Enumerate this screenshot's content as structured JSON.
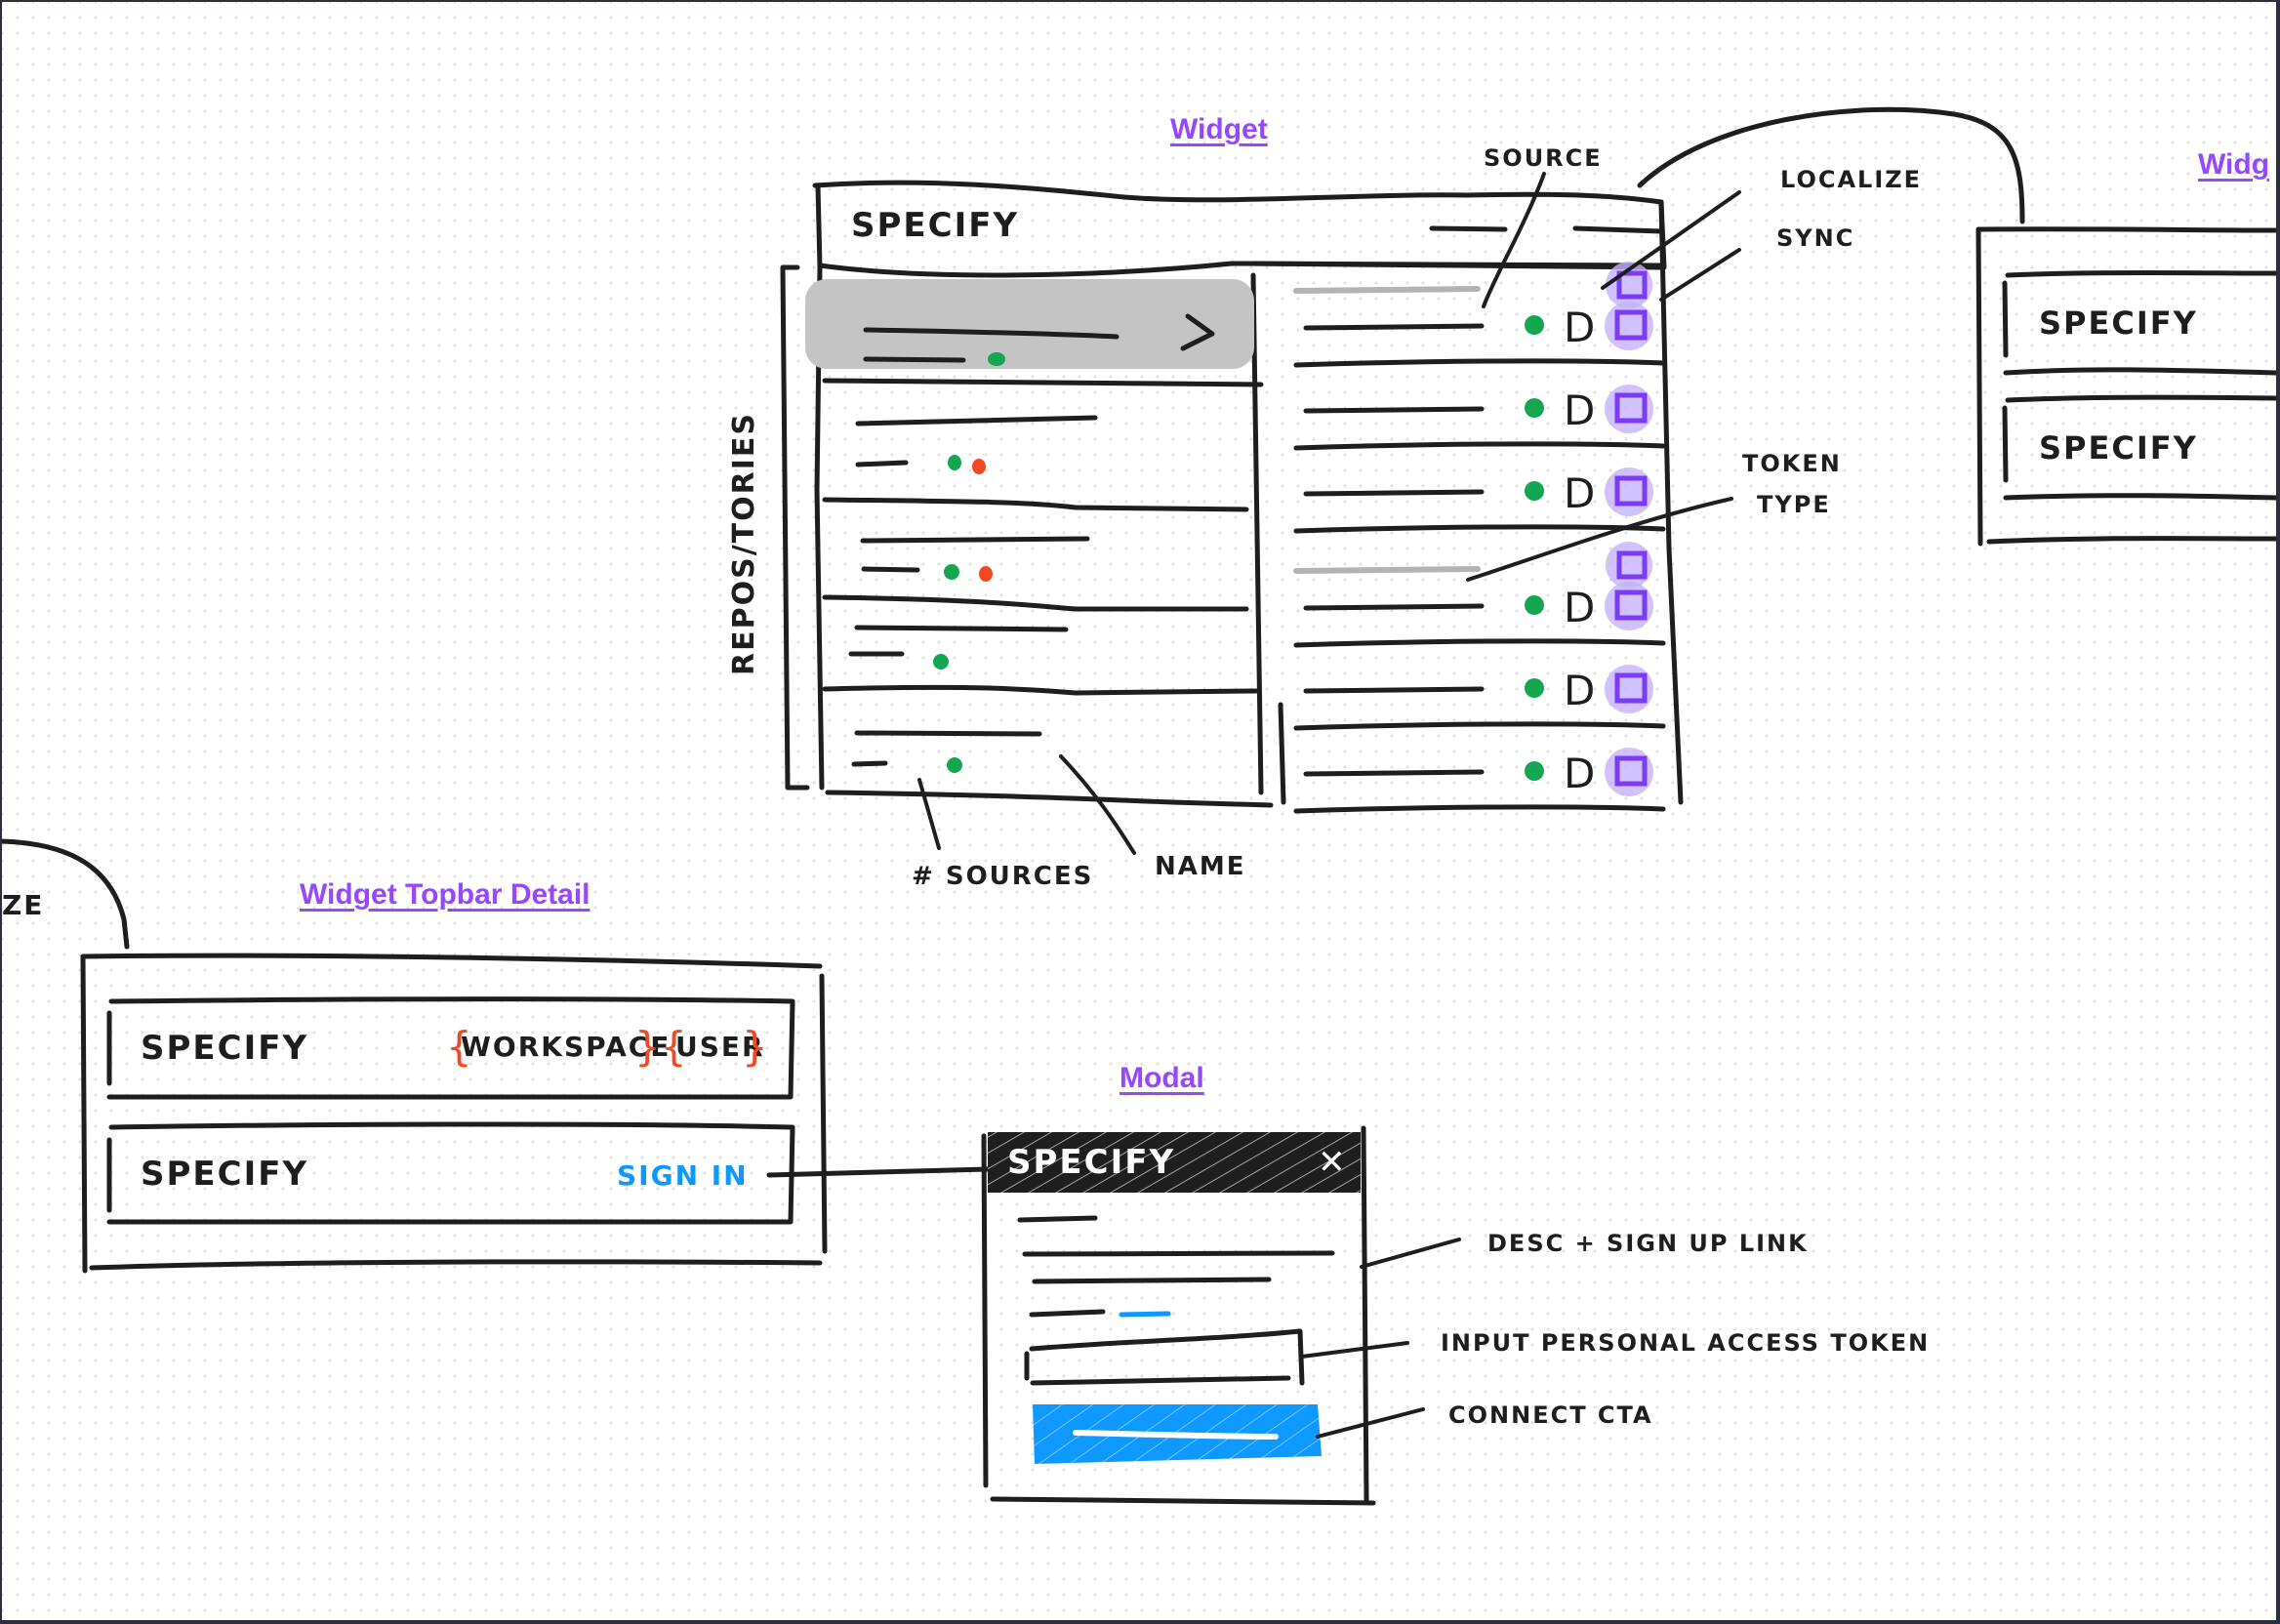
{
  "colors": {
    "frame_title": "#9747ff",
    "ink": "#1e1e1e",
    "status_green": "#14a650",
    "status_red": "#f24822",
    "link_blue": "#0d99ff",
    "token_purple": "#7b3cf5",
    "token_purple_fill": "#c6b2fb",
    "selection_grey": "#c4c4c4",
    "variable_orange": "#f24822"
  },
  "frames": {
    "widget": {
      "title": "Widget"
    },
    "widget_partial": {
      "title": "Widg"
    },
    "topbar_detail": {
      "title": "Widget Topbar Detail"
    },
    "modal": {
      "title": "Modal"
    }
  },
  "widget": {
    "brand": "SPECIFY",
    "side_label": "REPOS/TORIES",
    "repositories": [
      {
        "selected": true,
        "statuses": [
          "green"
        ],
        "chevron": ">"
      },
      {
        "selected": false,
        "statuses": [
          "green",
          "red"
        ]
      },
      {
        "selected": false,
        "statuses": [
          "green",
          "red"
        ]
      },
      {
        "selected": false,
        "statuses": [
          "green"
        ]
      },
      {
        "selected": false,
        "statuses": [
          "green"
        ]
      }
    ],
    "sources": [
      {
        "group_header": true,
        "status": "green",
        "type_glyph": "D",
        "actions": [
          "localize",
          "sync"
        ]
      },
      {
        "group_header": false,
        "status": "green",
        "type_glyph": "D",
        "actions": [
          "sync"
        ]
      },
      {
        "group_header": false,
        "status": "green",
        "type_glyph": "D",
        "actions": [
          "sync"
        ]
      },
      {
        "group_header": true,
        "status": "green",
        "type_glyph": "D",
        "actions": [
          "localize",
          "sync"
        ]
      },
      {
        "group_header": false,
        "status": "green",
        "type_glyph": "D",
        "actions": [
          "sync"
        ]
      },
      {
        "group_header": false,
        "status": "green",
        "type_glyph": "D",
        "actions": [
          "sync"
        ]
      }
    ],
    "annotations": {
      "source": "SOURCE",
      "localize": "LOCALIZE",
      "sync": "SYNC",
      "token_type_line1": "TOKEN",
      "token_type_line2": "TYPE",
      "num_sources": "# SOURCES",
      "name": "NAME"
    }
  },
  "widget_partial": {
    "rows": [
      "SPECIFY",
      "SPECIFY"
    ]
  },
  "left_partial": {
    "label_fragment": "ZE"
  },
  "topbar_detail": {
    "signed_in": {
      "brand": "SPECIFY",
      "workspace_var": "WORKSPACE",
      "user_var": "USER"
    },
    "signed_out": {
      "brand": "SPECIFY",
      "sign_in": "SIGN IN"
    }
  },
  "modal": {
    "brand": "SPECIFY",
    "close_glyph": "✕",
    "annotations": {
      "desc": "DESC + SIGN UP LINK",
      "input": "INPUT PERSONAL ACCESS TOKEN",
      "cta": "CONNECT CTA"
    }
  }
}
